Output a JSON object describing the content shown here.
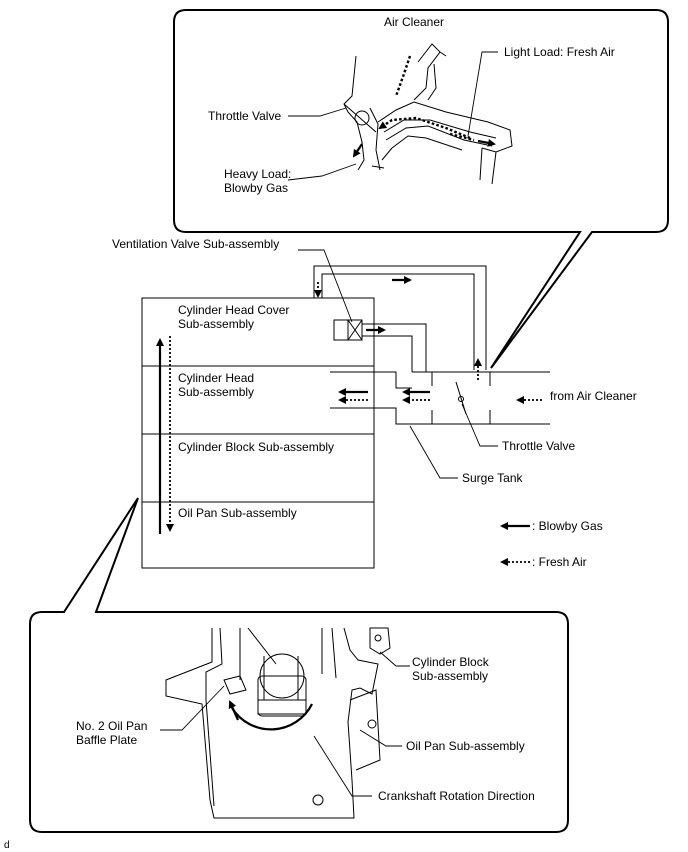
{
  "labels": {
    "air_cleaner": "Air Cleaner",
    "light_load": "Light Load: Fresh Air",
    "throttle_valve_top": "Throttle Valve",
    "heavy_load_1": "Heavy Load:",
    "heavy_load_2": "Blowby Gas",
    "ventilation_valve": "Ventilation Valve Sub-assembly",
    "cyl_head_cover_1": "Cylinder Head Cover",
    "cyl_head_cover_2": "Sub-assembly",
    "cyl_head_1": "Cylinder Head",
    "cyl_head_2": "Sub-assembly",
    "cyl_block": "Cylinder Block Sub-assembly",
    "oil_pan": "Oil Pan Sub-assembly",
    "from_air_cleaner": "from Air Cleaner",
    "throttle_valve_mid": "Throttle Valve",
    "surge_tank": "Surge Tank",
    "legend_blowby": ": Blowby Gas",
    "legend_fresh": ": Fresh Air",
    "cyl_block_bottom_1": "Cylinder Block",
    "cyl_block_bottom_2": "Sub-assembly",
    "baffle_1": "No. 2 Oil Pan",
    "baffle_2": "Baffle Plate",
    "oil_pan_bottom": "Oil Pan Sub-assembly",
    "crankshaft": "Crankshaft Rotation Direction",
    "corner_code": "d"
  }
}
